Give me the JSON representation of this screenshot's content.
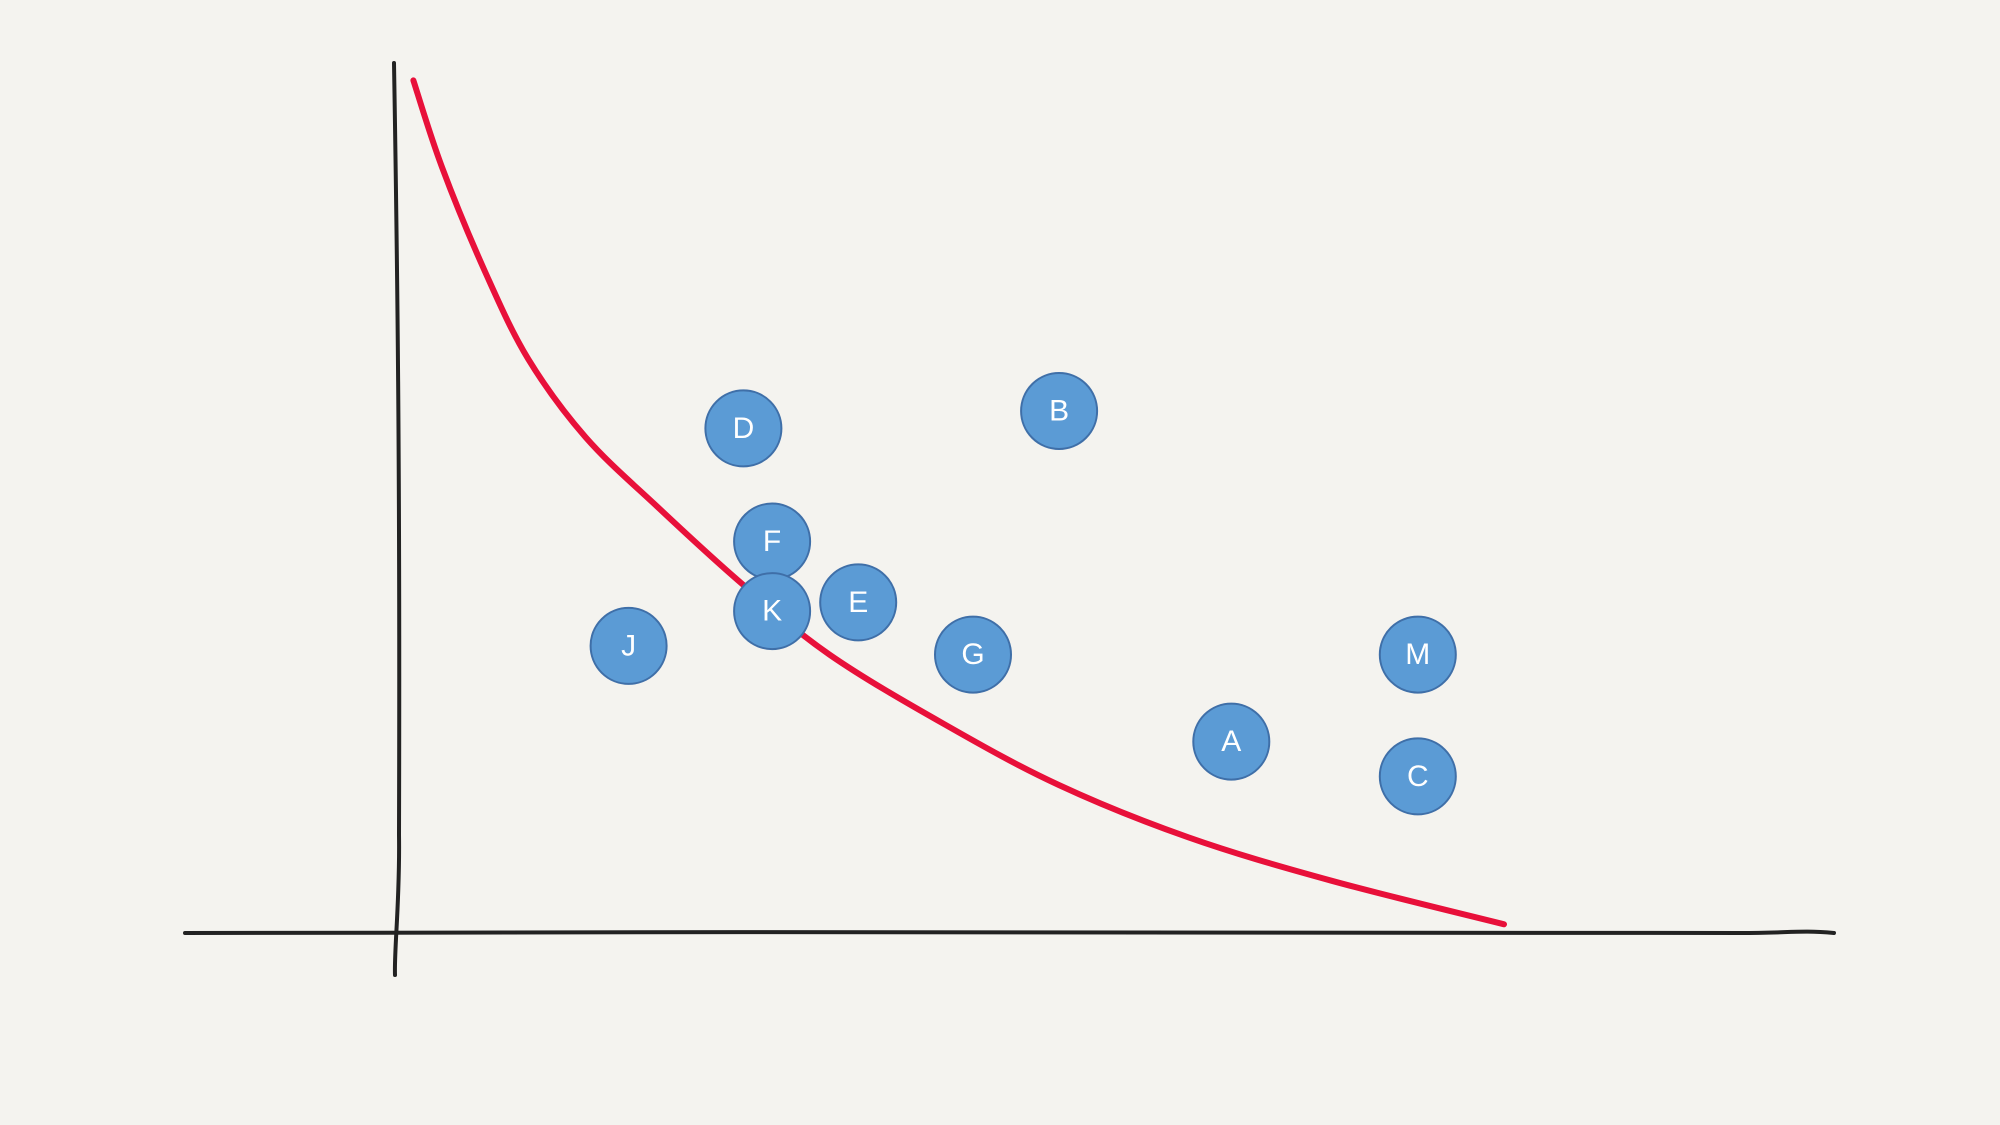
{
  "chart_data": {
    "type": "scatter",
    "title": "",
    "xlabel": "",
    "ylabel": "",
    "xlim": [
      0,
      100
    ],
    "ylim": [
      0,
      100
    ],
    "grid": false,
    "legend": "none",
    "colors": {
      "background": "#f4f3ef",
      "axis": "#222222",
      "curve": "#e8103a",
      "point_fill": "#5b9bd5",
      "point_stroke": "#3f6fa8",
      "point_text": "#ffffff"
    },
    "points": [
      {
        "label": "D",
        "x": 24,
        "y": 58
      },
      {
        "label": "B",
        "x": 46,
        "y": 60
      },
      {
        "label": "F",
        "x": 26,
        "y": 45
      },
      {
        "label": "K",
        "x": 26,
        "y": 37
      },
      {
        "label": "E",
        "x": 32,
        "y": 38
      },
      {
        "label": "J",
        "x": 16,
        "y": 33
      },
      {
        "label": "G",
        "x": 40,
        "y": 32
      },
      {
        "label": "A",
        "x": 58,
        "y": 22
      },
      {
        "label": "M",
        "x": 71,
        "y": 32
      },
      {
        "label": "C",
        "x": 71,
        "y": 18
      }
    ],
    "curve": [
      {
        "x": 1,
        "y": 98
      },
      {
        "x": 3,
        "y": 88
      },
      {
        "x": 6,
        "y": 76
      },
      {
        "x": 9,
        "y": 66
      },
      {
        "x": 13,
        "y": 57
      },
      {
        "x": 18,
        "y": 49
      },
      {
        "x": 24,
        "y": 40
      },
      {
        "x": 30,
        "y": 32
      },
      {
        "x": 38,
        "y": 24
      },
      {
        "x": 46,
        "y": 17
      },
      {
        "x": 55,
        "y": 11
      },
      {
        "x": 65,
        "y": 6
      },
      {
        "x": 77,
        "y": 1
      }
    ]
  }
}
